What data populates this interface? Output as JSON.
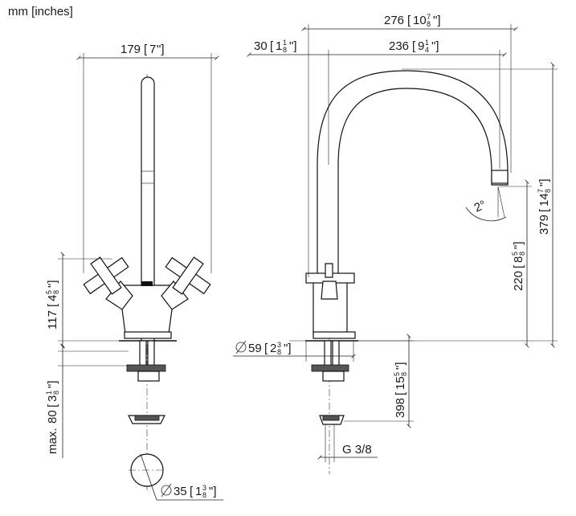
{
  "units_label": "mm [inches]",
  "dimensions": {
    "overall_width": {
      "mm": "276",
      "inch": "10",
      "frac_num": "7",
      "frac_den": "8"
    },
    "handle_span": {
      "mm": "179",
      "inch": "7"
    },
    "spout_offset": {
      "mm": "30",
      "inch": "1",
      "frac_num": "1",
      "frac_den": "8"
    },
    "spout_reach": {
      "mm": "236",
      "inch": "9",
      "frac_num": "1",
      "frac_den": "4"
    },
    "overall_height": {
      "mm": "379",
      "inch": "14",
      "frac_num": "7",
      "frac_den": "8"
    },
    "spout_height": {
      "mm": "220",
      "inch": "8",
      "frac_num": "5",
      "frac_den": "8"
    },
    "handle_height": {
      "mm": "117",
      "inch": "4",
      "frac_num": "5",
      "frac_den": "8"
    },
    "base_diameter": {
      "prefix": "max. ",
      "mm": "80",
      "inch": "3",
      "frac_num": "1",
      "frac_den": "8"
    },
    "escutcheon_diameter": {
      "mm": "59",
      "inch": "2",
      "frac_num": "3",
      "frac_den": "8"
    },
    "supply_length": {
      "mm": "398",
      "inch": "15",
      "frac_num": "5",
      "frac_den": "8"
    },
    "hole_diameter": {
      "mm": "35",
      "inch": "1",
      "frac_num": "3",
      "frac_den": "8"
    },
    "angle": "2°",
    "thread": "G 3/8"
  }
}
